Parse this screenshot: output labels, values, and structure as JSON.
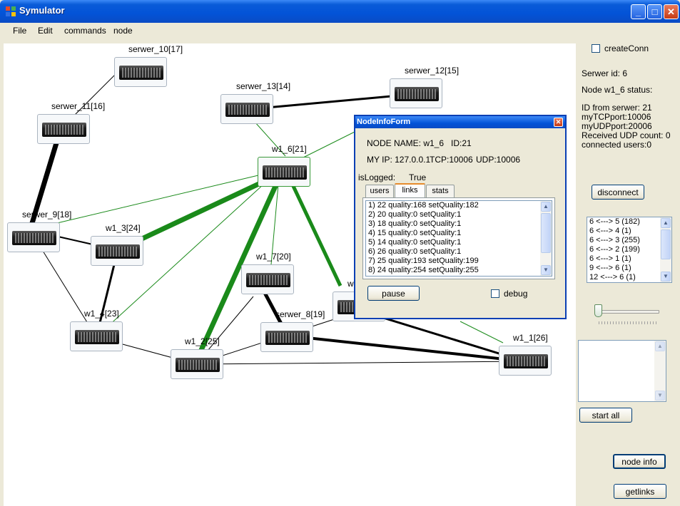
{
  "window": {
    "title": "Symulator",
    "minimize_icon": "minimize-icon",
    "maximize_icon": "maximize-icon",
    "close_icon": "close-icon"
  },
  "menu": {
    "items": [
      "File",
      "Edit",
      "commands",
      "node"
    ]
  },
  "graph": {
    "nodes": [
      {
        "label": "serwer_10[17]"
      },
      {
        "label": "serwer_11[16]"
      },
      {
        "label": "serwer_13[14]"
      },
      {
        "label": "serwer_12[15]"
      },
      {
        "label": "w1_6[21]"
      },
      {
        "label": "serwer_9[18]"
      },
      {
        "label": "w1_3[24]"
      },
      {
        "label": "w1_7[20]"
      },
      {
        "label": "w1_4[23]"
      },
      {
        "label": "serwer_8[19]"
      },
      {
        "label": "w1_2[25]"
      },
      {
        "label": "w1_1[26]"
      },
      {
        "label": "w"
      }
    ]
  },
  "side": {
    "create_conn_label": "createConn",
    "status_lines": [
      "Serwer id: 6",
      "Node w1_6 status:",
      "ID from serwer: 21",
      "myTCPport:10006",
      "myUDPport:20006",
      "Received UDP count: 0",
      "connected users:0"
    ],
    "disconnect_label": "disconnect",
    "connections": [
      "6 <---> 5  (182)",
      "6 <---> 4  (1)",
      "6 <---> 3  (255)",
      "6 <---> 2  (199)",
      "6 <---> 1  (1)",
      "9 <---> 6  (1)",
      "12 <---> 6  (1)"
    ],
    "start_all_label": "start all",
    "node_info_label": "node info",
    "getlinks_label": "getlinks"
  },
  "dialog": {
    "title": "NodeInfoForm",
    "node_name": "NODE NAME: w1_6",
    "id": "ID:21",
    "my_ip": "MY IP: 127.0.0.1",
    "tcp": "TCP:10006",
    "udp": "UDP:10006",
    "is_logged_label": "isLogged:",
    "is_logged_value": "True",
    "tabs": [
      "users",
      "links",
      "stats"
    ],
    "links": [
      "1)  22 quality:168   setQuality:182",
      "2)  20 quality:0   setQuality:1",
      "3)  18 quality:0   setQuality:1",
      "4)  15 quality:0   setQuality:1",
      "5)  14 quality:0   setQuality:1",
      "6)  26 quality:0   setQuality:1",
      "7)  25 quality:193   setQuality:199",
      "8)  24 quality:254   setQuality:255"
    ],
    "pause_label": "pause",
    "debug_label": "debug"
  }
}
